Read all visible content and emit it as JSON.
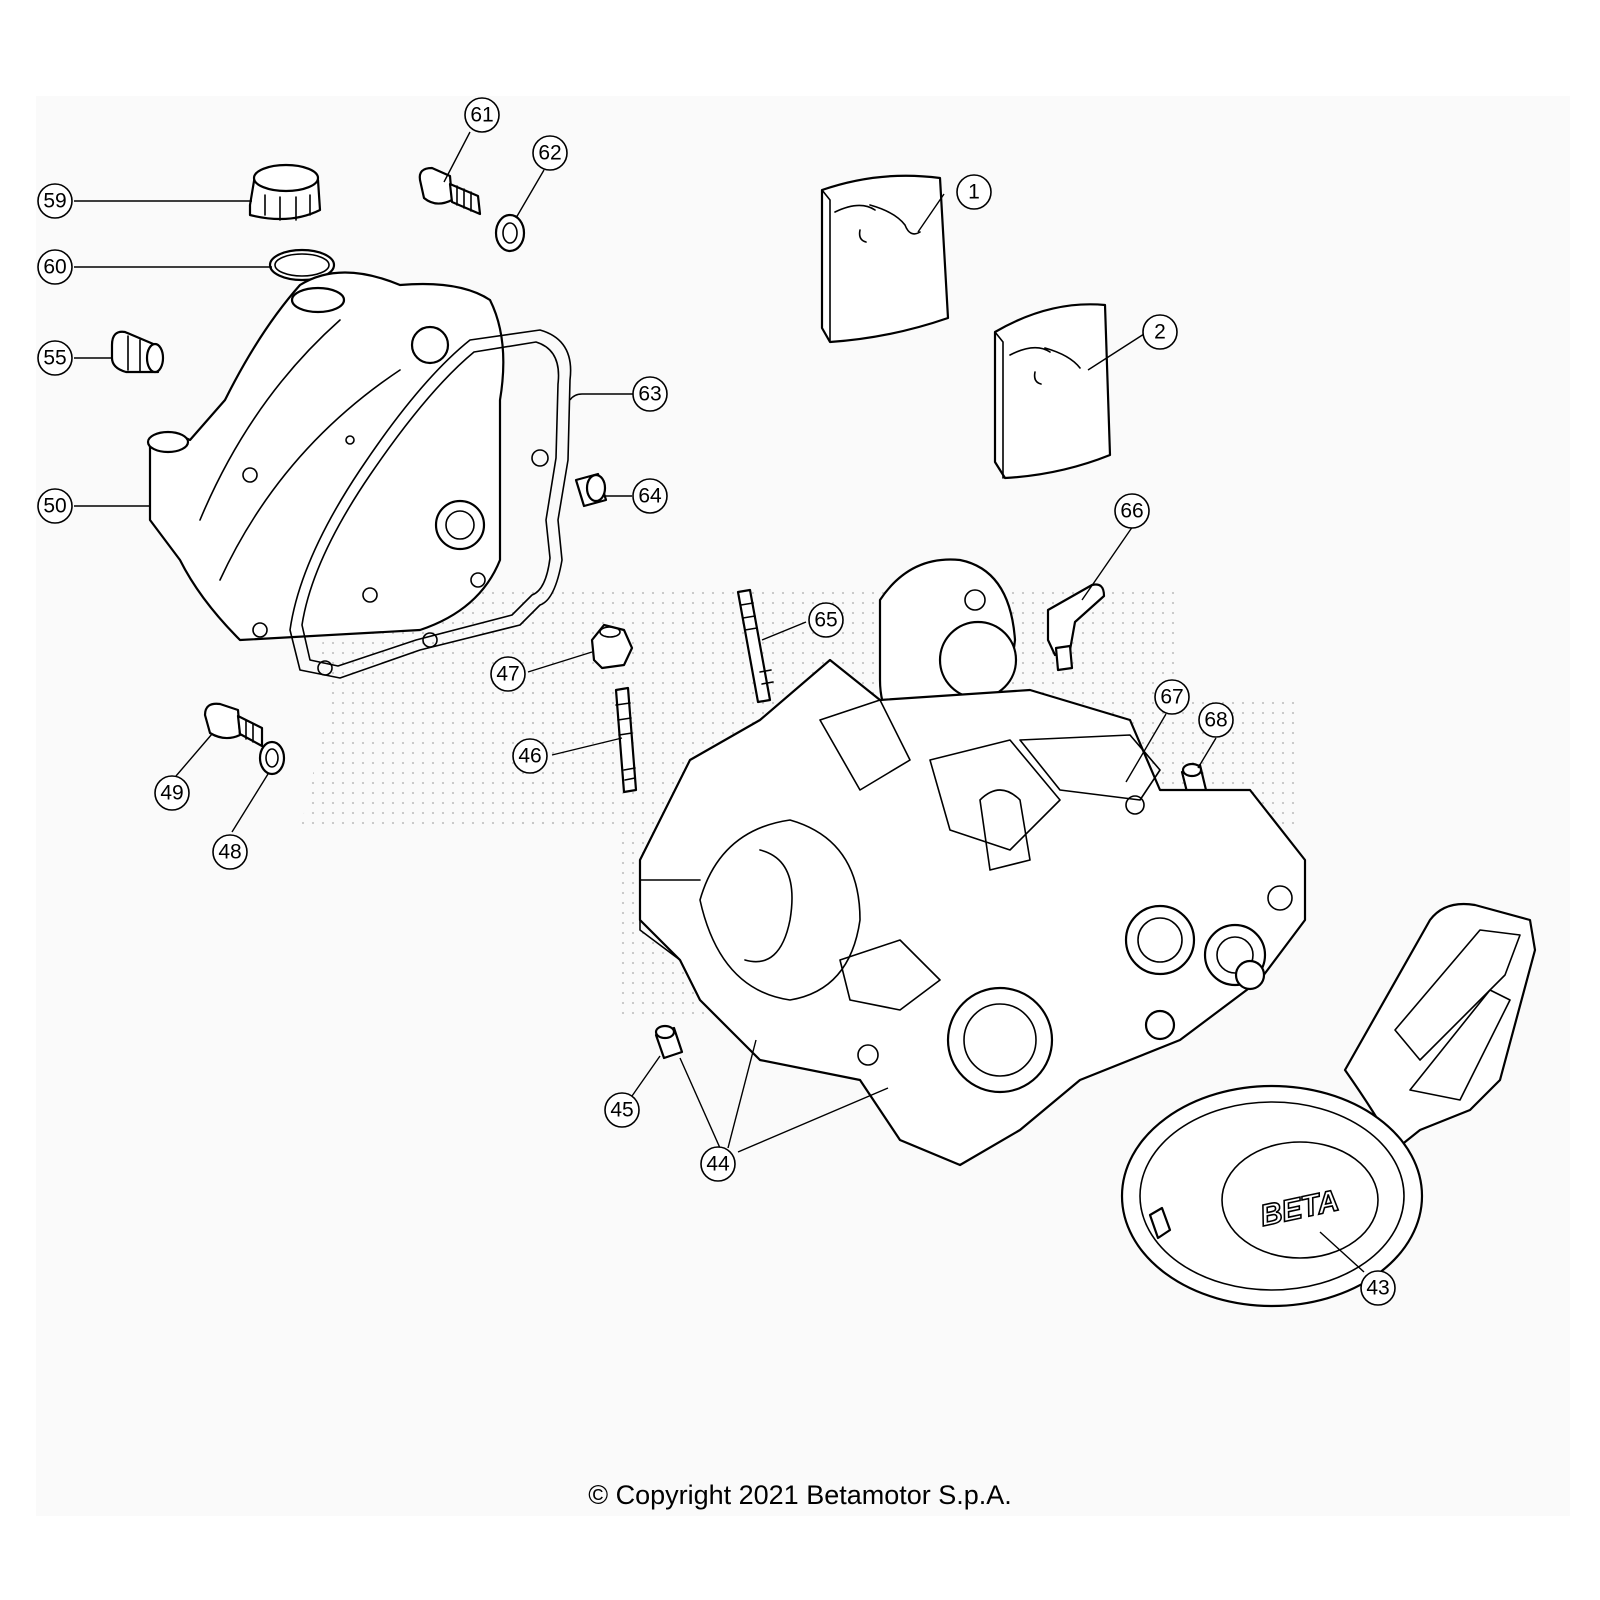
{
  "diagram": {
    "copyright": "© Copyright 2021 Betamotor S.p.A.",
    "cover_logo": "BETA",
    "callouts": [
      "1",
      "2",
      "43",
      "44",
      "45",
      "46",
      "47",
      "48",
      "49",
      "50",
      "55",
      "59",
      "60",
      "61",
      "62",
      "63",
      "64",
      "65",
      "66",
      "67",
      "68"
    ]
  }
}
